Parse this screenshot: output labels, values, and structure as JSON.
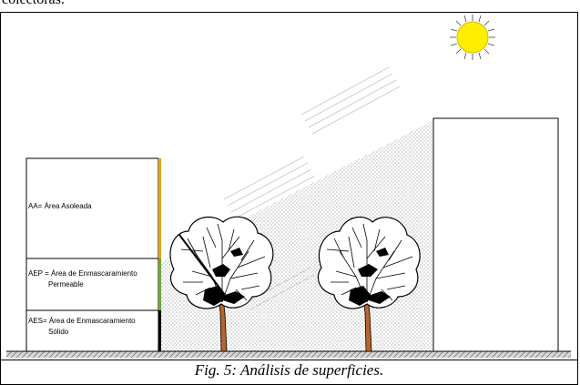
{
  "top_text": "colectoras.",
  "caption": "Fig. 5: Análisis de superficies.",
  "labels": {
    "aa": "AA= Área Asoleada",
    "aep_line1": "AEP = Área de Enmascaramiento",
    "aep_line2": "Permeable",
    "aes_line1": "AES= Área de Enmascaramiento",
    "aes_line2": "Sólido"
  },
  "colors": {
    "sun": "#ffee00",
    "sunlit_band": "#e8a317",
    "permeable_band": "#6ea63a",
    "solid_band": "#000000",
    "trunk": "#b8642a"
  },
  "icons": [
    "sun-icon",
    "tree-icon"
  ]
}
